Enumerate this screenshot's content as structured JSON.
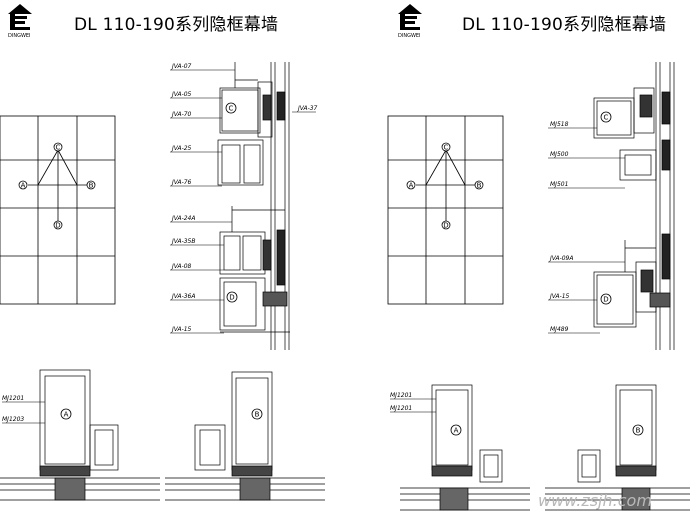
{
  "panels": [
    {
      "title": "DL 110-190系列隐框幕墙",
      "logo_sub": "DINGWEI",
      "section_labels": [
        "JVA-07",
        "JVA-05",
        "JVA-70",
        "JVA-25",
        "JVA-76",
        "JVA-24A",
        "JVA-35B",
        "JVA-08",
        "JVA-36A",
        "JVA-15"
      ],
      "side_label": "JVA-37",
      "plan_labels": [
        "MJ1201",
        "MJ1203"
      ],
      "marks": [
        "A",
        "B",
        "C",
        "D"
      ]
    },
    {
      "title": "DL 110-190系列隐框幕墙",
      "logo_sub": "DINGWEI",
      "section_labels": [
        "MJ518",
        "MJ500",
        "MJ501",
        "JVA-09A",
        "JVA-15",
        "MJ489"
      ],
      "plan_labels": [
        "MJ1201",
        "MJ1201"
      ],
      "marks": [
        "A",
        "B",
        "C",
        "D"
      ]
    }
  ],
  "watermark": "www.zsjh.com"
}
